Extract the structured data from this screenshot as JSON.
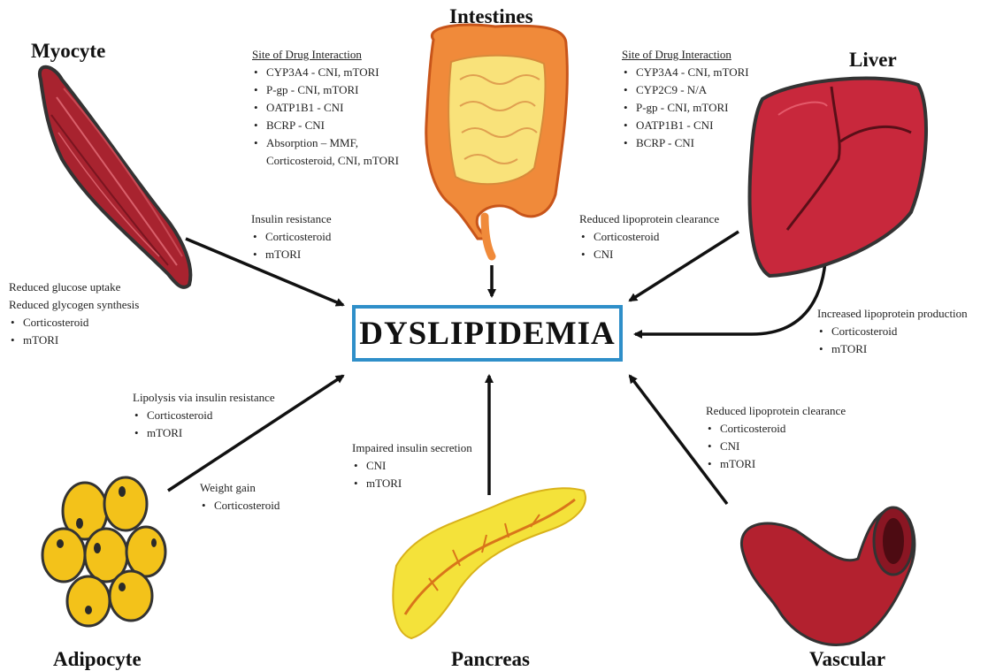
{
  "center": {
    "label": "DYSLIPIDEMIA",
    "border_color": "#2f8fc9"
  },
  "organs": {
    "myocyte": {
      "title": "Myocyte",
      "color": "#a8232f"
    },
    "intestines": {
      "title": "Intestines",
      "color": "#f08a3a"
    },
    "liver": {
      "title": "Liver",
      "color": "#c8283c"
    },
    "adipocyte": {
      "title": "Adipocyte",
      "color": "#f3c21a"
    },
    "pancreas": {
      "title": "Pancreas",
      "color": "#f4e23a"
    },
    "vascular": {
      "title": "Vascular",
      "color": "#b3212f"
    }
  },
  "blocks": {
    "intestine_sites": {
      "heading": "Site of Drug Interaction",
      "items": [
        "CYP3A4 - CNI, mTORI",
        "P-gp - CNI, mTORI",
        "OATP1B1 - CNI",
        "BCRP - CNI",
        "Absorption – MMF,"
      ],
      "continuation": "Corticosteroid, CNI, mTORI"
    },
    "liver_sites": {
      "heading": "Site of Drug Interaction",
      "items": [
        "CYP3A4 - CNI, mTORI",
        "CYP2C9 - N/A",
        "P-gp - CNI, mTORI",
        "OATP1B1 - CNI",
        "BCRP - CNI"
      ]
    },
    "insulin_resistance": {
      "heading": "Insulin resistance",
      "items": [
        "Corticosteroid",
        "mTORI"
      ]
    },
    "myocyte_effect": {
      "heading1": "Reduced glucose uptake",
      "heading2": "Reduced glycogen synthesis",
      "items": [
        "Corticosteroid",
        "mTORI"
      ]
    },
    "liver_clearance": {
      "heading": "Reduced lipoprotein clearance",
      "items": [
        "Corticosteroid",
        "CNI"
      ]
    },
    "liver_production": {
      "heading": "Increased lipoprotein production",
      "items": [
        "Corticosteroid",
        "mTORI"
      ]
    },
    "lipolysis": {
      "heading": "Lipolysis via insulin resistance",
      "items": [
        "Corticosteroid",
        "mTORI"
      ]
    },
    "weight_gain": {
      "heading": "Weight gain",
      "items": [
        "Corticosteroid"
      ]
    },
    "pancreas_effect": {
      "heading": "Impaired insulin secretion",
      "items": [
        "CNI",
        "mTORI"
      ]
    },
    "vascular_clearance": {
      "heading": "Reduced lipoprotein clearance",
      "items": [
        "Corticosteroid",
        "CNI",
        "mTORI"
      ]
    }
  }
}
